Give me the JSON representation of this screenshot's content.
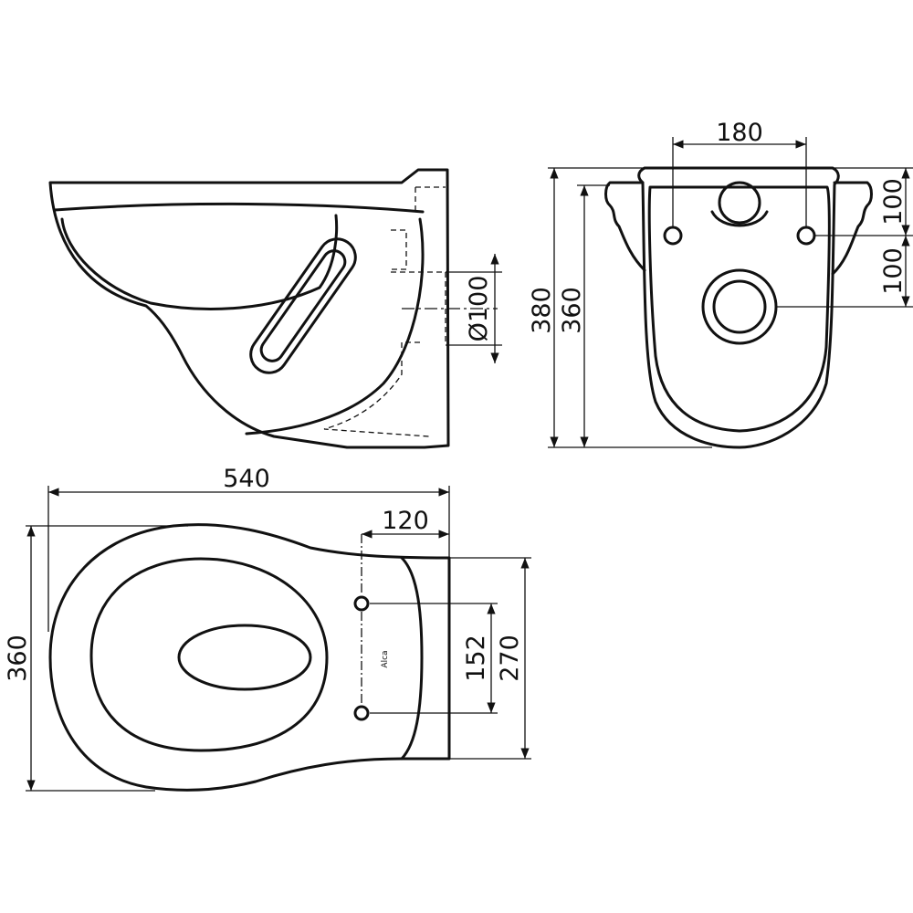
{
  "drawing": {
    "side_view": {
      "pipe_diameter": "Ø100"
    },
    "rear_view": {
      "hole_spacing": "180",
      "height_outer": "380",
      "height_inner": "360",
      "top_offset": "100",
      "pipe_offset": "100"
    },
    "top_view": {
      "length": "540",
      "width": "360",
      "rear_hole_offset": "120",
      "hole_spacing": "152",
      "rear_width": "270",
      "brand_mark": "Alca"
    }
  }
}
